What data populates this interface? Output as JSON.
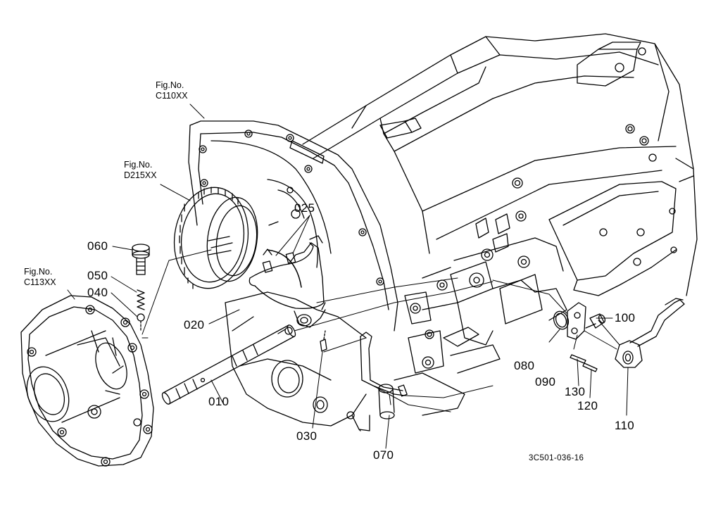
{
  "figure_refs": {
    "c110": {
      "line1": "Fig.No.",
      "line2": "C110XX"
    },
    "d215": {
      "line1": "Fig.No.",
      "line2": "D215XX"
    },
    "c113": {
      "line1": "Fig.No.",
      "line2": "C113XX"
    }
  },
  "part_numbers": {
    "p010": "010",
    "p020": "020",
    "p025": "025",
    "p030": "030",
    "p040": "040",
    "p050": "050",
    "p060": "060",
    "p070": "070",
    "p080": "080",
    "p090": "090",
    "p100": "100",
    "p110": "110",
    "p120": "120",
    "p130": "130"
  },
  "drawing_code": "3C501-036-16"
}
